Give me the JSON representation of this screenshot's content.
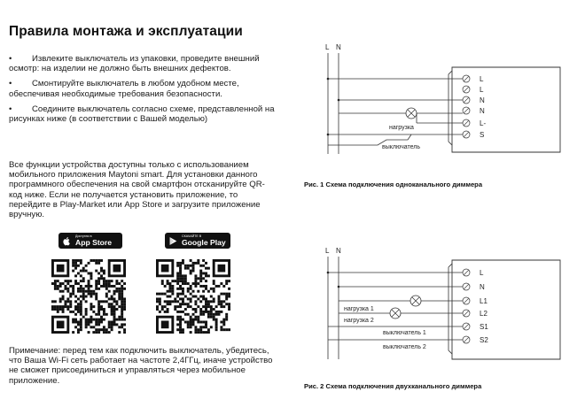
{
  "title": "Правила монтажа и эксплуатации",
  "bullets": [
    "Извлеките выключатель из упаковки, проведите внешний осмотр: на изделии не должно быть внешних дефектов.",
    "Смонтируйте выключатель в любом удобном месте, обеспечивая необходимые требования безопасности.",
    "Соедините выключатель согласно схеме, представленной на рисунках ниже (в соответствии с Вашей моделью)"
  ],
  "bullet_marker": "•",
  "paragraph_app": "Все функции устройства доступны только с использованием мобильного приложения Maytoni smart. Для установки данного программного обеспечения на свой смартфон отсканируйте QR-код ниже. Если не получается установить приложение, то перейдите в Play-Market или App Store и загрузите приложение вручную.",
  "stores": {
    "app_store": {
      "small": "Доступно в",
      "big": "App Store",
      "icon": "apple-icon"
    },
    "google_play": {
      "small": "СКАЧАЙТЕ В",
      "big": "Google Play",
      "icon": "play-icon"
    }
  },
  "note": "Примечание: перед тем как подключить выключатель, убедитесь, что Ваша Wi-Fi сеть работает на частоте 2,4ГГц, иначе устройство не сможет присоединиться и управляться через мобильное приложение.",
  "figure1": {
    "line_labels": [
      "L",
      "N"
    ],
    "terminals": [
      "L",
      "L",
      "N",
      "N",
      "L-",
      "S"
    ],
    "load_label": "нагрузка",
    "switch_label": "выключатель",
    "caption": "Рис. 1 Схема подключения одноканального диммера"
  },
  "figure2": {
    "line_labels": [
      "L",
      "N"
    ],
    "terminals": [
      "L",
      "N",
      "L1",
      "L2",
      "S1",
      "S2"
    ],
    "load1_label": "нагрузка 1",
    "load2_label": "нагрузка 2",
    "switch1_label": "выключатель 1",
    "switch2_label": "выключатель 2",
    "caption": "Рис. 2 Схема подключения двухканального диммера"
  }
}
